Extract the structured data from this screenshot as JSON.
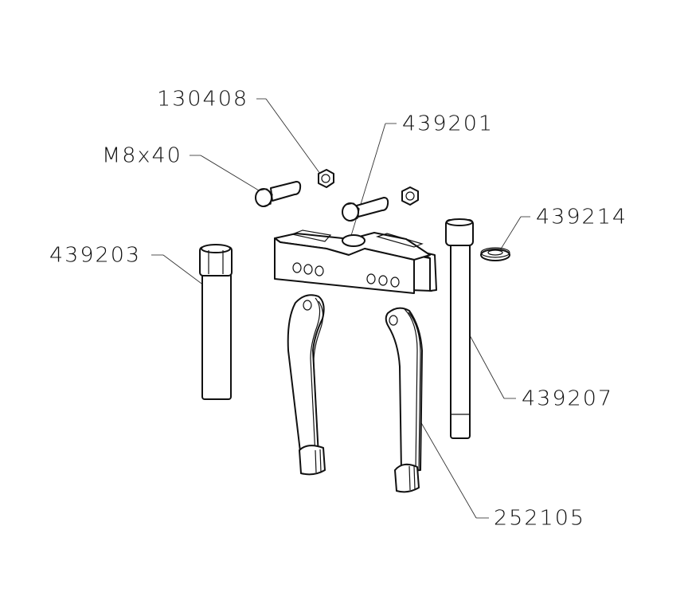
{
  "diagram": {
    "type": "exploded-parts-view",
    "background": "#ffffff",
    "line_color": "#111111",
    "leader_stub_color": "#aaaaaa",
    "parts": [
      {
        "id": "nut",
        "label": "130408",
        "description": "hex nut"
      },
      {
        "id": "bolt",
        "label": "M8x40",
        "description": "hex bolt"
      },
      {
        "id": "crosshead",
        "label": "439201",
        "description": "cross-head / yoke block with 6 holes and center bore"
      },
      {
        "id": "washer",
        "label": "439214",
        "description": "washer"
      },
      {
        "id": "short-spindle",
        "label": "439203",
        "description": "short spindle with socket head"
      },
      {
        "id": "long-spindle",
        "label": "439207",
        "description": "long spindle / forcing screw"
      },
      {
        "id": "jaw",
        "label": "252105",
        "description": "puller jaw arm (x2)"
      }
    ]
  }
}
